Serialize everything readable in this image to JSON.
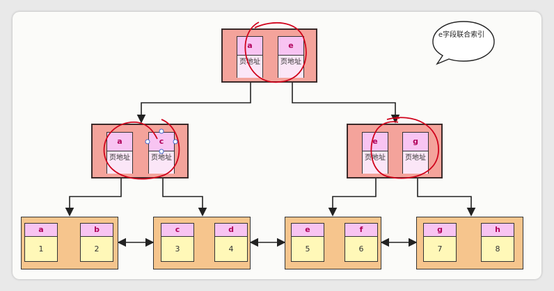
{
  "note": {
    "text": "e字段联合索引"
  },
  "root": {
    "keys": [
      {
        "label": "a",
        "pointer": "页地址"
      },
      {
        "label": "e",
        "pointer": "页地址"
      }
    ]
  },
  "internal": [
    {
      "keys": [
        {
          "label": "a",
          "pointer": "页地址"
        },
        {
          "label": "c",
          "pointer": "页地址"
        }
      ]
    },
    {
      "keys": [
        {
          "label": "e",
          "pointer": "页地址"
        },
        {
          "label": "g",
          "pointer": "页地址"
        }
      ]
    }
  ],
  "leaves": [
    {
      "keys": [
        {
          "label": "a",
          "value": "1"
        },
        {
          "label": "b",
          "value": "2"
        }
      ]
    },
    {
      "keys": [
        {
          "label": "c",
          "value": "3"
        },
        {
          "label": "d",
          "value": "4"
        }
      ]
    },
    {
      "keys": [
        {
          "label": "e",
          "value": "5"
        },
        {
          "label": "f",
          "value": "6"
        }
      ]
    },
    {
      "keys": [
        {
          "label": "g",
          "value": "7"
        },
        {
          "label": "h",
          "value": "8"
        }
      ]
    }
  ],
  "colors": {
    "node_fill": "#f4a39b",
    "key_fill": "#f8c4f2",
    "leaf_fill": "#f6c58d",
    "value_fill": "#fff8b8",
    "annotation_red": "#d0021b"
  }
}
